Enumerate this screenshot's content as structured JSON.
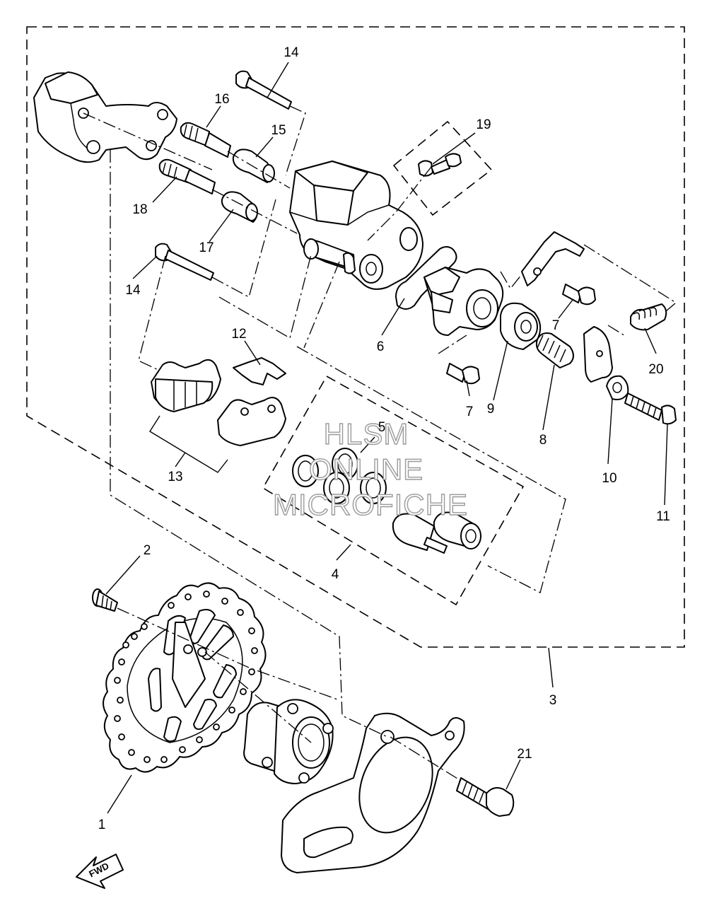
{
  "callouts": {
    "c1": "1",
    "c2": "2",
    "c3": "3",
    "c4": "4",
    "c5": "5",
    "c6": "6",
    "c7a": "7",
    "c7b": "7",
    "c8": "8",
    "c9": "9",
    "c10": "10",
    "c11": "11",
    "c12": "12",
    "c13": "13",
    "c14a": "14",
    "c14b": "14",
    "c15": "15",
    "c16": "16",
    "c17": "17",
    "c18": "18",
    "c19": "19",
    "c20": "20",
    "c21": "21"
  },
  "watermark": {
    "line1": "HLSM",
    "line2": "ONLINE",
    "line3": "MICROFICHE"
  },
  "direction_marker": {
    "label": "FWD"
  }
}
